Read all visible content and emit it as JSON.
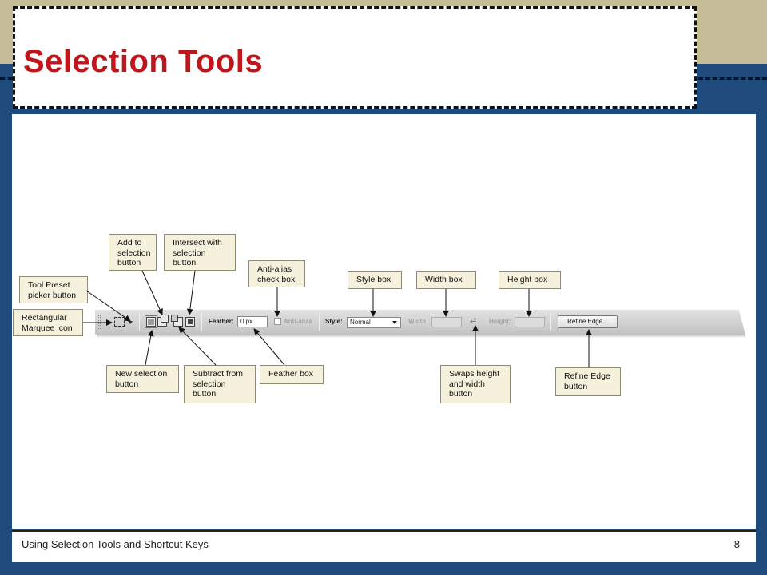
{
  "slide": {
    "title": "Selection Tools",
    "footer_text": "Using Selection Tools and Shortcut Keys",
    "page_number": "8"
  },
  "options_bar": {
    "feather_label": "Feather:",
    "feather_value": "0 px",
    "antialias_label": "Anti-alias",
    "style_label": "Style:",
    "style_value": "Normal",
    "width_label": "Width:",
    "height_label": "Height:",
    "refine_label": "Refine Edge..."
  },
  "callouts": {
    "add_to_selection": [
      "Add to",
      "selection",
      "button"
    ],
    "intersect_with_selection": [
      "Intersect with",
      "selection",
      "button"
    ],
    "antialias_check": [
      "Anti-alias",
      "check box"
    ],
    "style_box": [
      "Style box"
    ],
    "width_box": [
      "Width box"
    ],
    "height_box": [
      "Height box"
    ],
    "tool_preset": [
      "Tool Preset",
      "picker button"
    ],
    "rect_marquee": [
      "Rectangular",
      "Marquee icon"
    ],
    "new_selection": [
      "New selection",
      "button"
    ],
    "subtract_from_selection": [
      "Subtract from",
      "selection",
      "button"
    ],
    "feather_box": [
      "Feather box"
    ],
    "swaps_height_width": [
      "Swaps height",
      "and width",
      "button"
    ],
    "refine_edge": [
      "Refine Edge",
      "button"
    ]
  },
  "colors": {
    "slide_background": "#1f4a7c",
    "top_band": "#c5bc98",
    "title_red": "#c0161b",
    "callout_fill": "#f5f1dd"
  }
}
